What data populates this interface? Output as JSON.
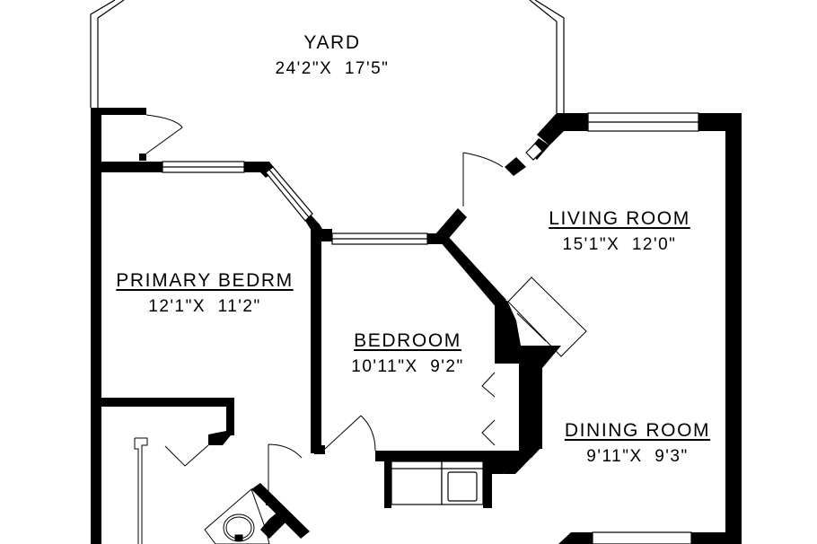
{
  "floorplan": {
    "rooms": [
      {
        "id": "yard",
        "name": "YARD",
        "dimensions": "24'2\"X  17'5\"",
        "underlined": false
      },
      {
        "id": "primary-bedroom",
        "name": "PRIMARY  BEDRM",
        "dimensions": "12'1\"X  11'2\"",
        "underlined": true
      },
      {
        "id": "bedroom",
        "name": "BEDROOM",
        "dimensions": "10'11\"X  9'2\"",
        "underlined": true
      },
      {
        "id": "living-room",
        "name": "LIVING  ROOM",
        "dimensions": "15'1\"X  12'0\"",
        "underlined": true
      },
      {
        "id": "dining-room",
        "name": "DINING  ROOM",
        "dimensions": "9'11\"X  9'3\"",
        "underlined": true
      }
    ],
    "colors": {
      "wall": "#000000",
      "background": "#ffffff",
      "line": "#000000"
    }
  }
}
